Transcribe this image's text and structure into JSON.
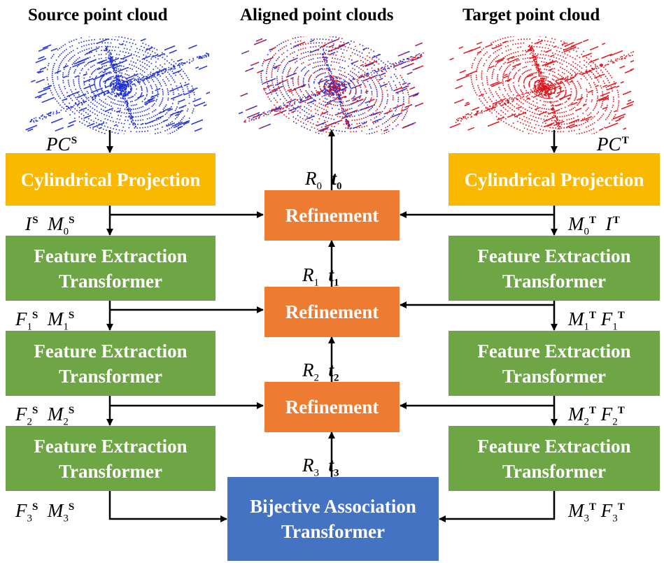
{
  "titles": {
    "source": "Source point cloud",
    "aligned": "Aligned point clouds",
    "target": "Target point cloud"
  },
  "left": {
    "projection": "Cylindrical Projection",
    "fe1": [
      "Feature Extraction",
      "Transformer"
    ],
    "fe2": [
      "Feature Extraction",
      "Transformer"
    ],
    "fe3": [
      "Feature Extraction",
      "Transformer"
    ]
  },
  "right": {
    "projection": "Cylindrical Projection",
    "fe1": [
      "Feature Extraction",
      "Transformer"
    ],
    "fe2": [
      "Feature Extraction",
      "Transformer"
    ],
    "fe3": [
      "Feature Extraction",
      "Transformer"
    ]
  },
  "center": {
    "refine0": "Refinement",
    "refine1": "Refinement",
    "refine2": "Refinement",
    "bat": [
      "Bijective Association",
      "Transformer"
    ]
  },
  "labels": {
    "pc": "PC",
    "I": "I",
    "M": "M",
    "F": "F",
    "R": "R",
    "t": "t",
    "S": "S",
    "T": "T",
    "idx": [
      "0",
      "1",
      "2",
      "3"
    ]
  },
  "colors": {
    "projection": "#fbb800",
    "feature": "#6ea645",
    "refinement": "#ed7b31",
    "bat": "#4473c4",
    "source_cloud": "#1f2fd8",
    "target_cloud": "#e0141c",
    "aligned_cloud": "#8a1a6a"
  }
}
